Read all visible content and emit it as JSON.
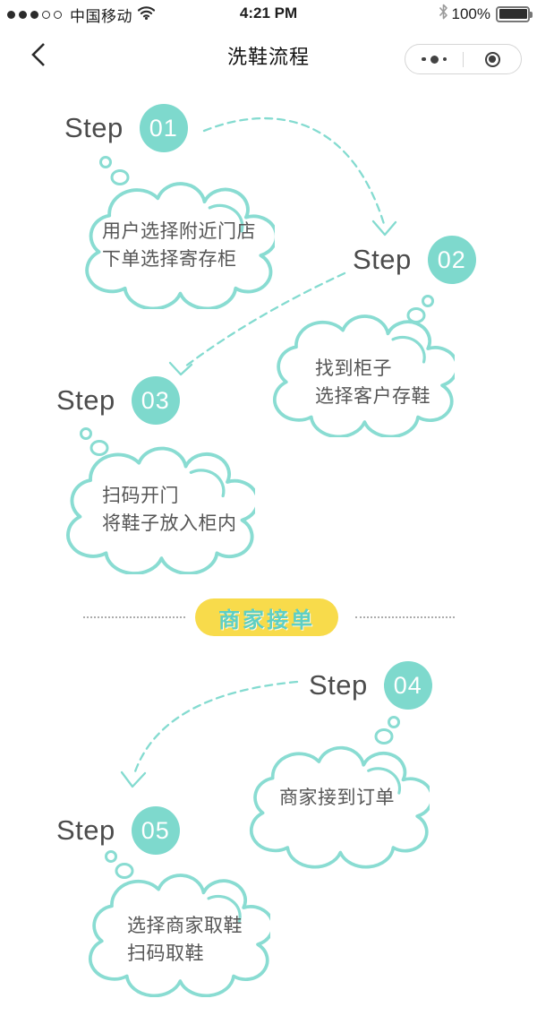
{
  "status_bar": {
    "carrier": "中国移动",
    "time": "4:21 PM",
    "battery_percent": "100%",
    "signal_filled_dots": 3,
    "signal_total_dots": 5
  },
  "nav_bar": {
    "title": "洗鞋流程"
  },
  "steps": [
    {
      "label": "Step",
      "number": "01",
      "bubble_lines": [
        "用户选择附近门店",
        "下单选择寄存柜"
      ]
    },
    {
      "label": "Step",
      "number": "02",
      "bubble_lines": [
        "找到柜子",
        "选择客户存鞋"
      ]
    },
    {
      "label": "Step",
      "number": "03",
      "bubble_lines": [
        "扫码开门",
        "将鞋子放入柜内"
      ]
    },
    {
      "label": "Step",
      "number": "04",
      "bubble_lines": [
        "商家接到订单"
      ]
    },
    {
      "label": "Step",
      "number": "05",
      "bubble_lines": [
        "选择商家取鞋",
        "扫码取鞋"
      ]
    }
  ],
  "section_divider": {
    "label": "商家接单"
  },
  "colors": {
    "step_circle": "#7ED9CD",
    "cloud_stroke": "#89DCD2",
    "arrow": "#84DBD0",
    "divider_pill_bg": "#F8DB4B",
    "divider_pill_text": "#5FCFC4",
    "step_label_text": "#4C4C4C",
    "bubble_text": "#565656"
  }
}
